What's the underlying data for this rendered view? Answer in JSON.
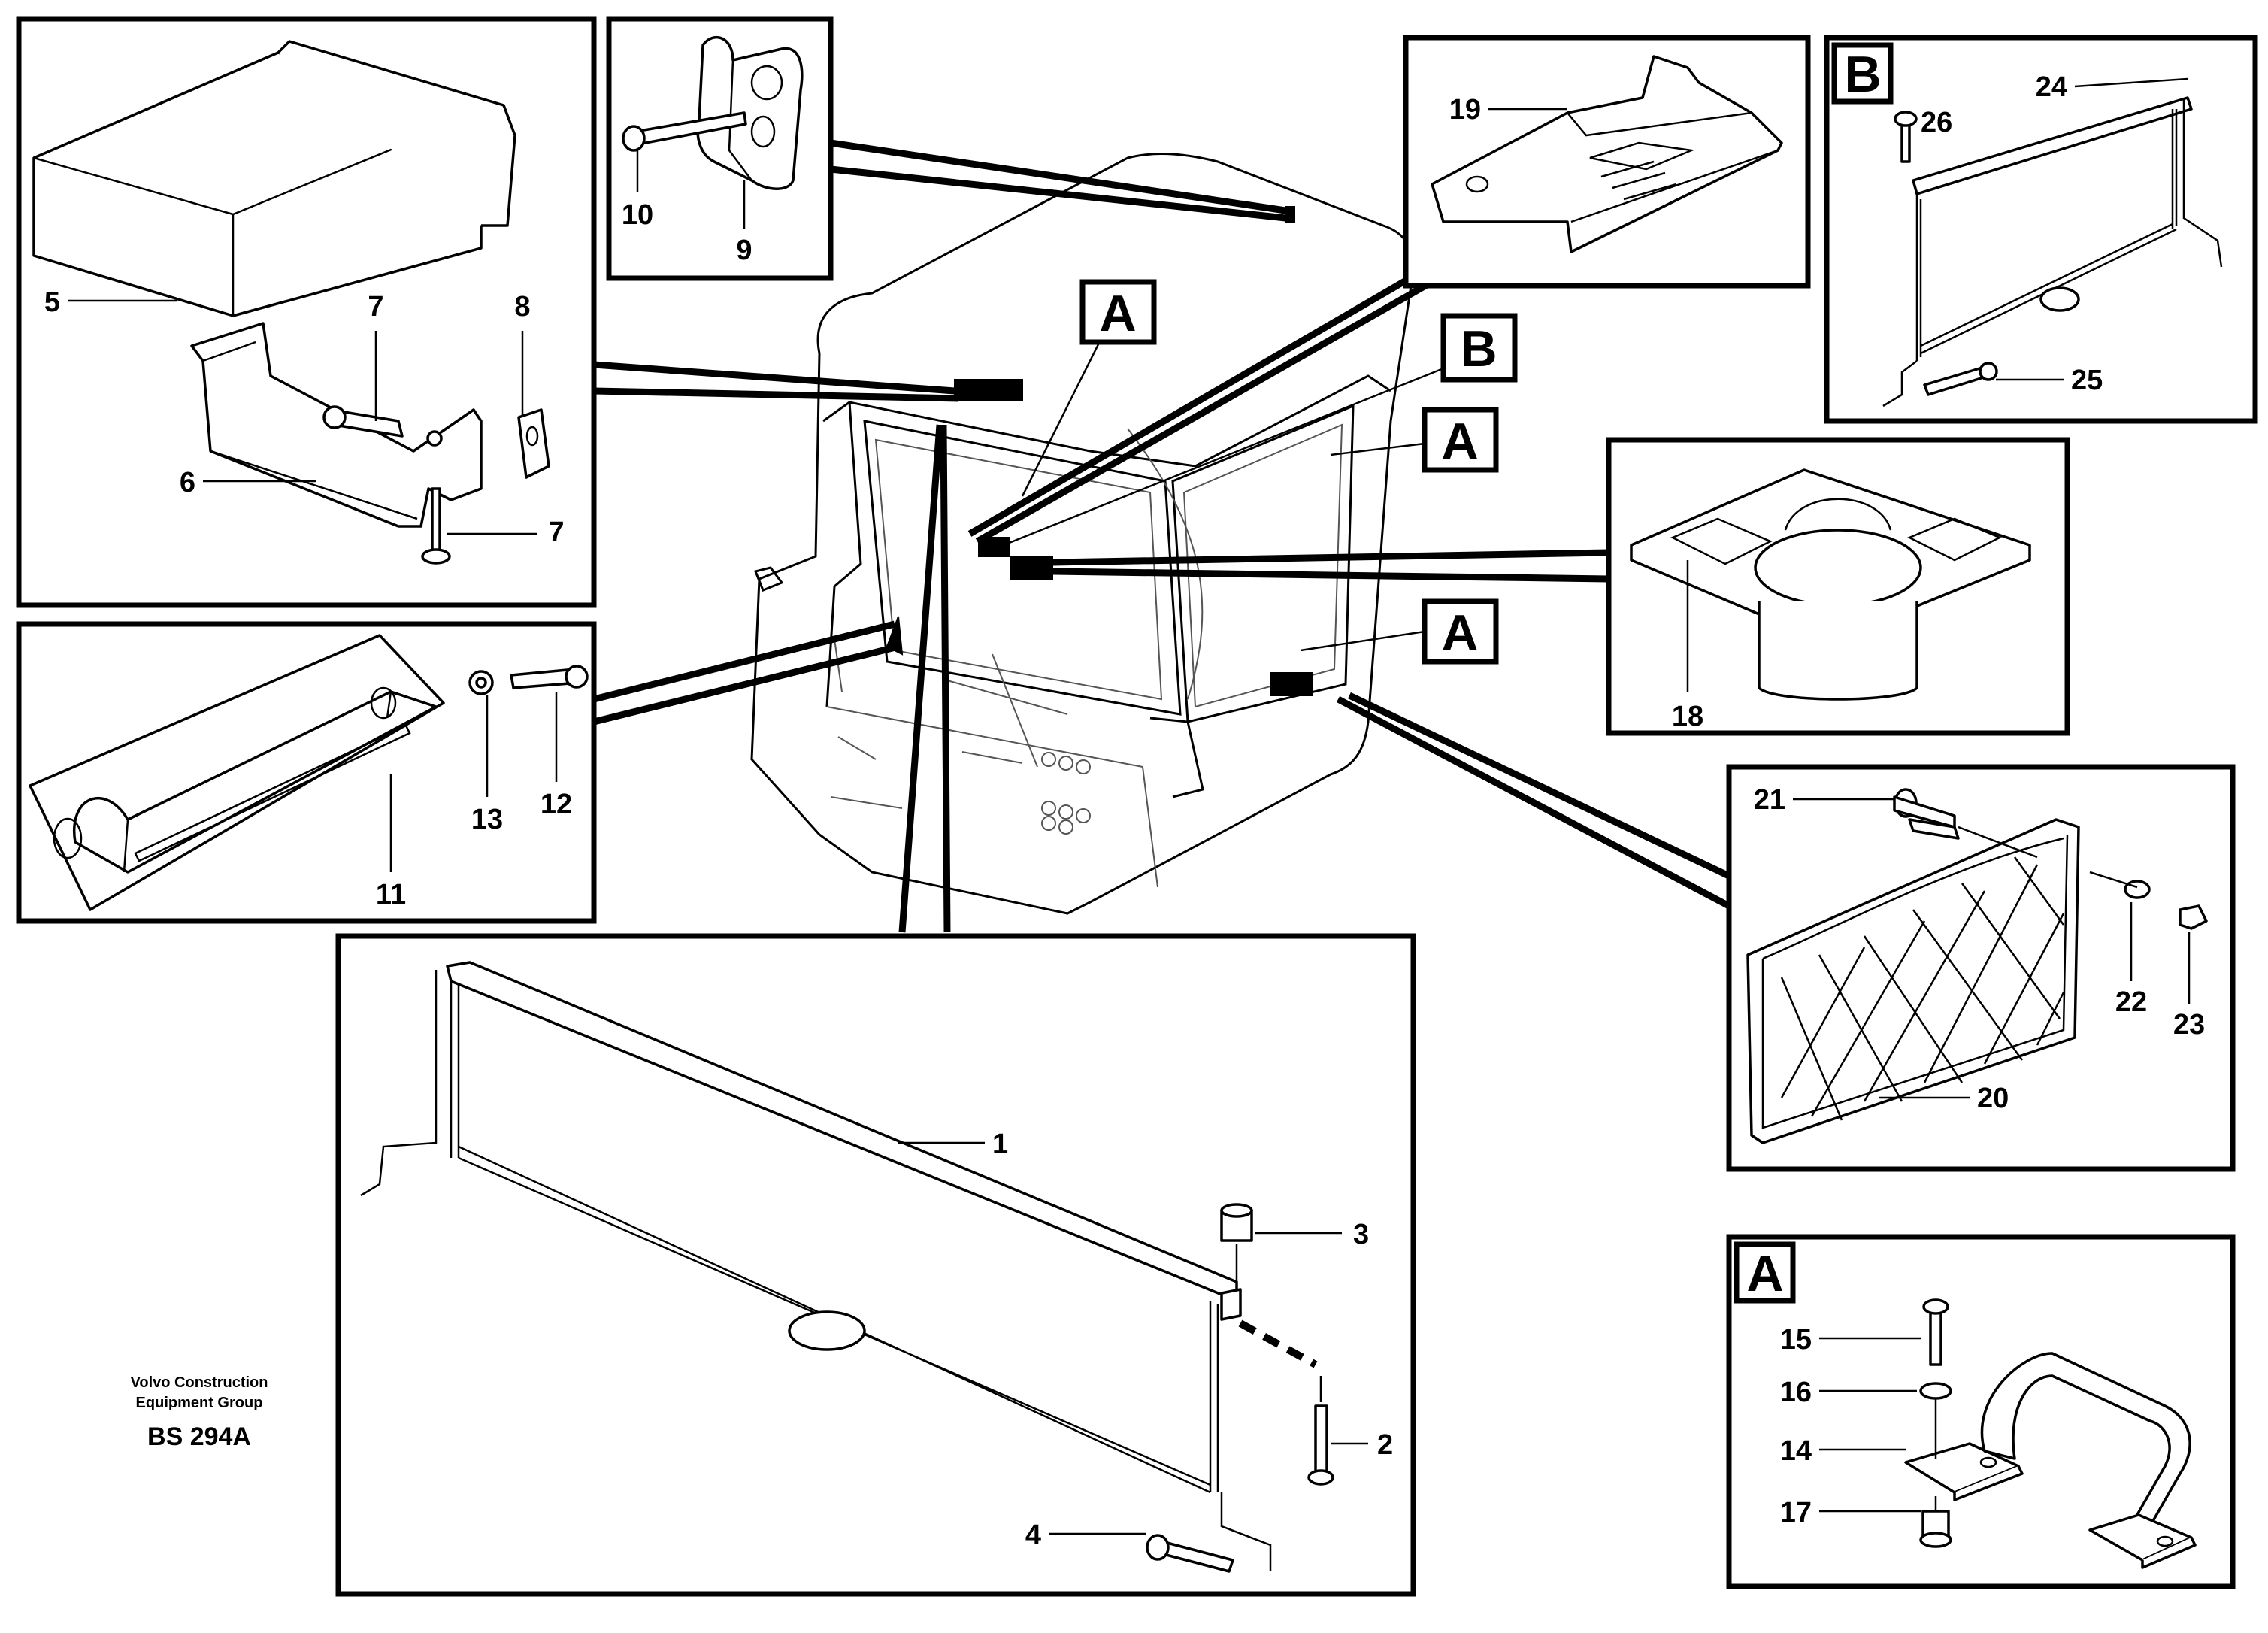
{
  "caption": {
    "line1": "Volvo Construction",
    "line2": "Equipment Group",
    "code": "BS 294A"
  },
  "tags": {
    "a": "A",
    "b": "B"
  },
  "part_numbers": {
    "p1": "1",
    "p2": "2",
    "p3": "3",
    "p4": "4",
    "p5": "5",
    "p6": "6",
    "p7": "7",
    "p8": "8",
    "p9": "9",
    "p10": "10",
    "p11": "11",
    "p12": "12",
    "p13": "13",
    "p14": "14",
    "p15": "15",
    "p16": "16",
    "p17": "17",
    "p18": "18",
    "p19": "19",
    "p20": "20",
    "p21": "21",
    "p22": "22",
    "p23": "23",
    "p24": "24",
    "p25": "25",
    "p26": "26"
  }
}
